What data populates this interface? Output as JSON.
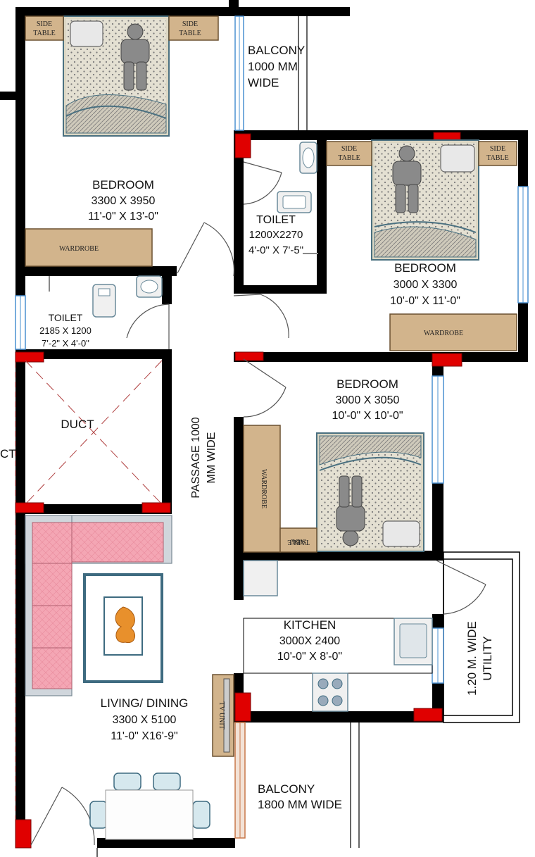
{
  "rooms": {
    "bedroom_top_left": {
      "name": "BEDROOM",
      "size_mm": "3300 X 3950",
      "size_ft": "11'-0\" X 13'-0\""
    },
    "bedroom_right": {
      "name": "BEDROOM",
      "size_mm": "3000 X 3300",
      "size_ft": "10'-0\" X 11'-0\""
    },
    "bedroom_middle": {
      "name": "BEDROOM",
      "size_mm": "3000 X 3050",
      "size_ft": "10'-0\" X 10'-0\""
    },
    "toilet_upper": {
      "name": "TOILET",
      "size_mm": "1200X2270",
      "size_ft": "4'-0\" X 7'-5\""
    },
    "toilet_left": {
      "name": "TOILET",
      "size_mm": "2185 X 1200",
      "size_ft": "7'-2\" X 4'-0\""
    },
    "duct": {
      "name": "DUCT"
    },
    "duct_edge": {
      "name": "CT"
    },
    "passage": {
      "line1": "PASSAGE 1000",
      "line2": "MM WIDE"
    },
    "kitchen": {
      "name": "KITCHEN",
      "size_mm": "3000X 2400",
      "size_ft": "10'-0\" X 8'-0\""
    },
    "utility": {
      "line1": "1.20 M. WIDE",
      "line2": "UTILITY"
    },
    "living": {
      "name": "LIVING/ DINING",
      "size_mm": "3300 X 5100",
      "size_ft": "11'-0\" X16'-9\""
    },
    "balcony_top": {
      "line1": "BALCONY",
      "line2": "1000 MM",
      "line3": "WIDE"
    },
    "balcony_bottom": {
      "line1": "BALCONY",
      "line2": "1800 MM WIDE"
    }
  },
  "furniture": {
    "side_table_line1": "SIDE",
    "side_table_line2": "TABLE",
    "wardrobe": "WARDROBE",
    "tv_unit": "TV UNIT"
  },
  "colors": {
    "wall": "#000000",
    "column": "#e00000",
    "window": "#4a90d0",
    "wood": "#d2b48c",
    "sofa": "#f4a6b4",
    "bed": "#dcd7c4",
    "teal": "#3e6b80"
  }
}
